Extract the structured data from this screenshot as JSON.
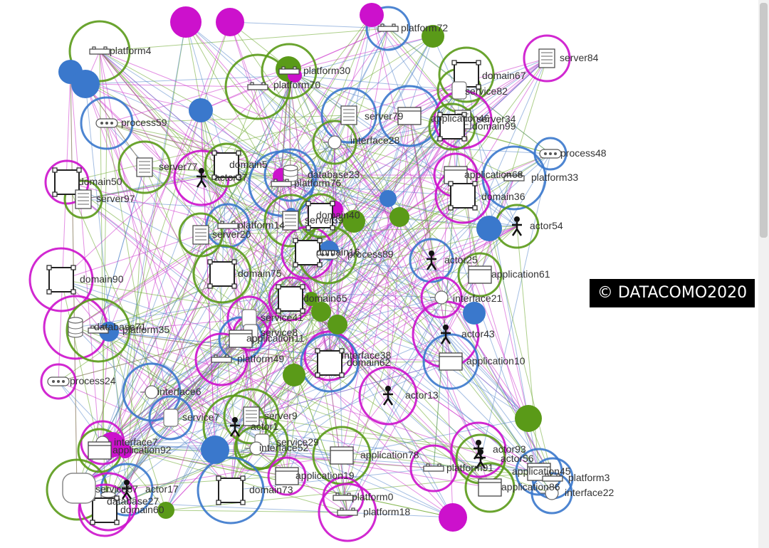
{
  "watermark": "© DATACOMO2020",
  "colors": {
    "green": "#5a9a18",
    "magenta": "#cc11cc",
    "blue": "#3a78cc",
    "edge_green": "#6aa82a",
    "edge_magenta": "#cc33cc",
    "edge_blue": "#5a88cc"
  },
  "nodes": [
    {
      "id": "platform4",
      "label": "platform4",
      "icon": "platform-icon",
      "ring": "green"
    },
    {
      "id": "platform72",
      "label": "platform72",
      "icon": "platform-icon",
      "ring": "blue"
    },
    {
      "id": "server84",
      "label": "server84",
      "icon": "server-icon",
      "ring": "magenta"
    },
    {
      "id": "platform30",
      "label": "platform30",
      "icon": "platform-icon",
      "ring": "green"
    },
    {
      "id": "platform70",
      "label": "platform70",
      "icon": "platform-icon",
      "ring": "green"
    },
    {
      "id": "domain67",
      "label": "domain67",
      "icon": "domain-icon",
      "ring": "green"
    },
    {
      "id": "service82",
      "label": "service82",
      "icon": "service-icon",
      "ring": "green"
    },
    {
      "id": "process59",
      "label": "process59",
      "icon": "process-icon",
      "ring": "blue"
    },
    {
      "id": "server79",
      "label": "server79",
      "icon": "server-icon",
      "ring": "blue"
    },
    {
      "id": "application46",
      "label": "application46",
      "icon": "application-icon",
      "ring": "blue"
    },
    {
      "id": "server34",
      "label": "server34",
      "icon": "server-icon",
      "ring": "magenta"
    },
    {
      "id": "domain99",
      "label": "domain99",
      "icon": "domain-icon",
      "ring": "green"
    },
    {
      "id": "interface28",
      "label": "interface28",
      "icon": "interface-icon",
      "ring": "green"
    },
    {
      "id": "process48",
      "label": "process48",
      "icon": "process-icon",
      "ring": "blue"
    },
    {
      "id": "server77",
      "label": "server77",
      "icon": "server-icon",
      "ring": "green"
    },
    {
      "id": "actor37",
      "label": "actor37",
      "icon": "actor-icon",
      "ring": "magenta"
    },
    {
      "id": "domain5",
      "label": "domain5",
      "icon": "domain-icon",
      "ring": "green"
    },
    {
      "id": "database23",
      "label": "database23",
      "icon": "database-icon",
      "ring": "blue"
    },
    {
      "id": "platform76",
      "label": "platform76",
      "icon": "platform-icon",
      "ring": "blue"
    },
    {
      "id": "application68",
      "label": "application68",
      "icon": "application-icon",
      "ring": "magenta"
    },
    {
      "id": "platform33",
      "label": "platform33",
      "icon": "platform-icon",
      "ring": "blue"
    },
    {
      "id": "domain50",
      "label": "domain50",
      "icon": "domain-icon",
      "ring": "magenta"
    },
    {
      "id": "server97",
      "label": "server97",
      "icon": "server-icon",
      "ring": "green"
    },
    {
      "id": "domain36",
      "label": "domain36",
      "icon": "domain-icon",
      "ring": "magenta"
    },
    {
      "id": "domain40",
      "label": "domain40",
      "icon": "domain-icon",
      "ring": "green"
    },
    {
      "id": "platform14",
      "label": "platform14",
      "icon": "platform-icon",
      "ring": "blue"
    },
    {
      "id": "server39",
      "label": "server39",
      "icon": "server-icon",
      "ring": "green"
    },
    {
      "id": "server20",
      "label": "server20",
      "icon": "server-icon",
      "ring": "green"
    },
    {
      "id": "actor54",
      "label": "actor54",
      "icon": "actor-icon",
      "ring": "green"
    },
    {
      "id": "domain16",
      "label": "domain16",
      "icon": "domain-icon",
      "ring": "magenta"
    },
    {
      "id": "process89",
      "label": "process89",
      "icon": "process-icon",
      "ring": "green"
    },
    {
      "id": "actor25",
      "label": "actor25",
      "icon": "actor-icon",
      "ring": "blue"
    },
    {
      "id": "domain90",
      "label": "domain90",
      "icon": "domain-icon",
      "ring": "magenta"
    },
    {
      "id": "domain75",
      "label": "domain75",
      "icon": "domain-icon",
      "ring": "green"
    },
    {
      "id": "application61",
      "label": "application61",
      "icon": "application-icon",
      "ring": "green"
    },
    {
      "id": "domain65",
      "label": "domain65",
      "icon": "domain-icon",
      "ring": "magenta"
    },
    {
      "id": "interface21",
      "label": "interface21",
      "icon": "interface-icon",
      "ring": "magenta"
    },
    {
      "id": "service41",
      "label": "service41",
      "icon": "service-icon",
      "ring": "magenta"
    },
    {
      "id": "database71",
      "label": "database71",
      "icon": "database-icon",
      "ring": "magenta"
    },
    {
      "id": "platform35",
      "label": "platform35",
      "icon": "platform-icon",
      "ring": "green"
    },
    {
      "id": "service8",
      "label": "service8",
      "icon": "service-icon",
      "ring": "magenta"
    },
    {
      "id": "actor43",
      "label": "actor43",
      "icon": "actor-icon",
      "ring": "magenta"
    },
    {
      "id": "application11",
      "label": "application11",
      "icon": "application-icon",
      "ring": "blue"
    },
    {
      "id": "interface38",
      "label": "interface38",
      "icon": "interface-icon",
      "ring": "magenta"
    },
    {
      "id": "platform49",
      "label": "platform49",
      "icon": "platform-icon",
      "ring": "magenta"
    },
    {
      "id": "domain62",
      "label": "domain62",
      "icon": "domain-icon",
      "ring": "blue"
    },
    {
      "id": "application10",
      "label": "application10",
      "icon": "application-icon",
      "ring": "blue"
    },
    {
      "id": "process24",
      "label": "process24",
      "icon": "process-icon",
      "ring": "magenta"
    },
    {
      "id": "interface6",
      "label": "interface6",
      "icon": "interface-icon",
      "ring": "blue"
    },
    {
      "id": "actor13",
      "label": "actor13",
      "icon": "actor-icon",
      "ring": "magenta"
    },
    {
      "id": "service7",
      "label": "service7",
      "icon": "service-icon",
      "ring": "blue"
    },
    {
      "id": "server9",
      "label": "server9",
      "icon": "server-icon",
      "ring": "green"
    },
    {
      "id": "actor1",
      "label": "actor1",
      "icon": "actor-icon",
      "ring": "green"
    },
    {
      "id": "interface7",
      "label": "interface7",
      "icon": "interface-icon",
      "ring": "magenta"
    },
    {
      "id": "application92",
      "label": "application92",
      "icon": "application-icon",
      "ring": "green"
    },
    {
      "id": "service29",
      "label": "service29",
      "icon": "service-icon",
      "ring": "green"
    },
    {
      "id": "interface52",
      "label": "interface52",
      "icon": "interface-icon",
      "ring": "green"
    },
    {
      "id": "application78",
      "label": "application78",
      "icon": "application-icon",
      "ring": "green"
    },
    {
      "id": "actor93",
      "label": "actor93",
      "icon": "actor-icon",
      "ring": "magenta"
    },
    {
      "id": "platform91",
      "label": "platform91",
      "icon": "platform-icon",
      "ring": "magenta"
    },
    {
      "id": "actor56",
      "label": "actor56",
      "icon": "actor-icon",
      "ring": "green"
    },
    {
      "id": "application45",
      "label": "application45",
      "icon": "application-icon",
      "ring": "blue"
    },
    {
      "id": "platform3",
      "label": "platform3",
      "icon": "platform-icon",
      "ring": "blue"
    },
    {
      "id": "application19",
      "label": "application19",
      "icon": "application-icon",
      "ring": "magenta"
    },
    {
      "id": "application86",
      "label": "application86",
      "icon": "application-icon",
      "ring": "green"
    },
    {
      "id": "interface22",
      "label": "interface22",
      "icon": "interface-icon",
      "ring": "blue"
    },
    {
      "id": "service87",
      "label": "service87",
      "icon": "service-icon",
      "ring": "green"
    },
    {
      "id": "actor17",
      "label": "actor17",
      "icon": "actor-icon",
      "ring": "blue"
    },
    {
      "id": "domain73",
      "label": "domain73",
      "icon": "domain-icon",
      "ring": "blue"
    },
    {
      "id": "database27",
      "label": "database27",
      "icon": "database-icon",
      "ring": "magenta"
    },
    {
      "id": "domain60",
      "label": "domain60",
      "icon": "domain-icon",
      "ring": "magenta"
    },
    {
      "id": "platform0",
      "label": "platform0",
      "icon": "platform-icon",
      "ring": "magenta"
    },
    {
      "id": "platform18",
      "label": "platform18",
      "icon": "platform-icon",
      "ring": "magenta"
    }
  ],
  "dots": [
    {
      "color": "magenta"
    },
    {
      "color": "magenta"
    },
    {
      "color": "magenta"
    },
    {
      "color": "green"
    },
    {
      "color": "blue"
    },
    {
      "color": "blue"
    },
    {
      "color": "green"
    },
    {
      "color": "magenta"
    },
    {
      "color": "blue"
    },
    {
      "color": "blue"
    },
    {
      "color": "magenta"
    },
    {
      "color": "green"
    },
    {
      "color": "blue"
    },
    {
      "color": "green"
    },
    {
      "color": "blue"
    },
    {
      "color": "magenta"
    },
    {
      "color": "blue"
    },
    {
      "color": "green"
    },
    {
      "color": "green"
    },
    {
      "color": "green"
    },
    {
      "color": "blue"
    },
    {
      "color": "blue"
    },
    {
      "color": "magenta"
    },
    {
      "color": "blue"
    },
    {
      "color": "green"
    },
    {
      "color": "green"
    },
    {
      "color": "magenta"
    },
    {
      "color": "magenta"
    },
    {
      "color": "blue"
    },
    {
      "color": "green"
    },
    {
      "color": "blue"
    }
  ]
}
